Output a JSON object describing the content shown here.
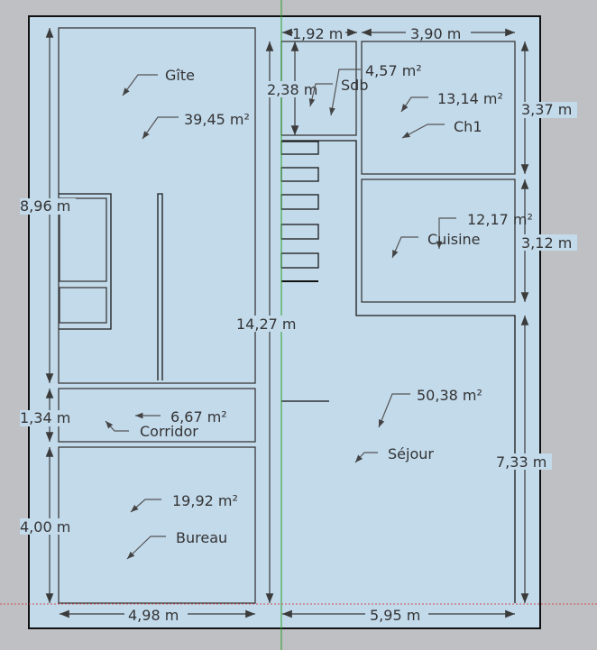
{
  "plan": {
    "background_color": "#c3daeb",
    "rooms": {
      "gite": {
        "name": "Gîte",
        "area": "39,45 m²"
      },
      "sdb": {
        "name": "Sdb",
        "area": "4,57 m²"
      },
      "ch1": {
        "name": "Ch1",
        "area": "13,14 m²"
      },
      "cuisine": {
        "name": "Cuisine",
        "area": "12,17 m²"
      },
      "corridor": {
        "name": "Corridor",
        "area": "6,67 m²"
      },
      "bureau": {
        "name": "Bureau",
        "area": "19,92 m²"
      },
      "sejour": {
        "name": "Séjour",
        "area": "50,38 m²"
      }
    },
    "dimensions": {
      "sdb_width": "1,92 m",
      "ch1_width": "3,90 m",
      "sdb_height": "2,38 m",
      "ch1_height": "3,37 m",
      "cuisine_height": "3,12 m",
      "gite_height": "8,96 m",
      "total_height": "14,27 m",
      "corridor_height": "1,34 m",
      "bureau_height": "4,00 m",
      "sejour_height": "7,33 m",
      "left_width": "4,98 m",
      "right_width": "5,95 m"
    }
  }
}
